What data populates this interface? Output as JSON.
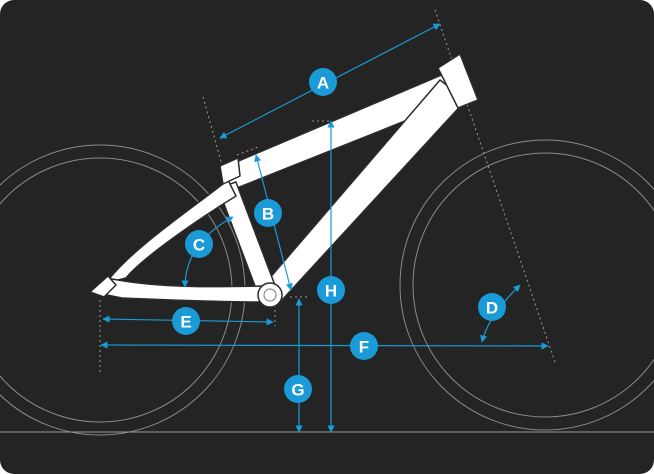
{
  "diagram": {
    "colors": {
      "background": "#242424",
      "accent": "#1a9ad6",
      "frame_fill": "#ffffff",
      "frame_outline": "#2b2b2b",
      "wheel": "#8a8a8a",
      "guide": "#9a9a9a"
    },
    "labels": {
      "a": "A",
      "b": "B",
      "c": "C",
      "d": "D",
      "e": "E",
      "f": "F",
      "g": "G",
      "h": "H"
    }
  }
}
